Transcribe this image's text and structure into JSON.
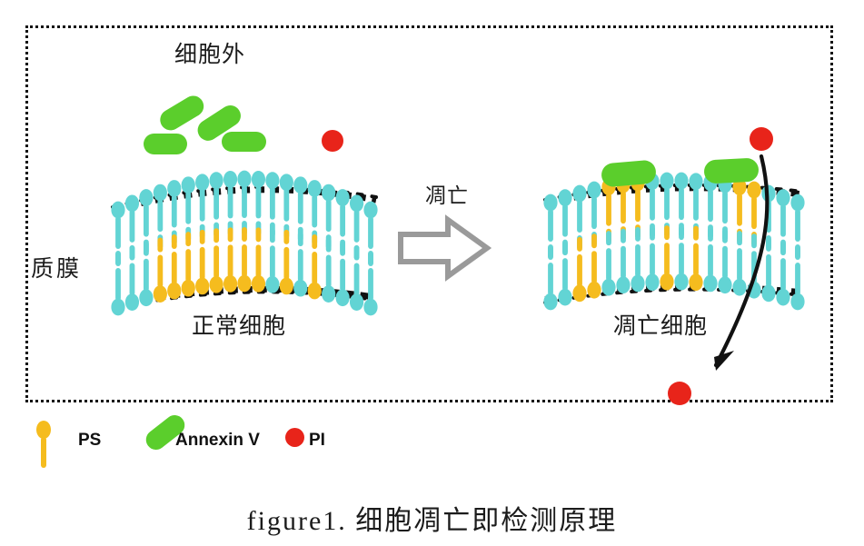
{
  "figure": {
    "caption": "figure1. 细胞凋亡即检测原理",
    "labels": {
      "extracellular": "细胞外",
      "plasma_membrane": "质膜",
      "normal_cell": "正常细胞",
      "apoptotic_cell": "凋亡细胞",
      "apoptosis_arrow": "凋亡"
    }
  },
  "legend": {
    "items": [
      {
        "name": "PS",
        "label": "PS",
        "color": "#F5BC1E",
        "icon": "lipid-ps-icon"
      },
      {
        "name": "AnnexinV",
        "label": "Annexin V",
        "color": "#5BCE2C",
        "icon": "annexin-capsule-icon"
      },
      {
        "name": "PI",
        "label": "PI",
        "color": "#E8241A",
        "icon": "pi-circle-icon"
      }
    ]
  },
  "colors": {
    "lipid_cyan": "#62D4D4",
    "lipid_yellow": "#F5BC1E",
    "annexin_green": "#5BCE2C",
    "pi_red": "#E8241A",
    "membrane_speckle": "#111111",
    "arrow_gray": "#9A9A9A",
    "frame": "#111111",
    "text": "#1b1b1b"
  },
  "diagram": {
    "normal_cell": {
      "lipid_pairs": 19,
      "outer_leaflet": "all cyan",
      "inner_leaflet_ps_indices": [
        3,
        4,
        5,
        6,
        7,
        8,
        9,
        10,
        12,
        14
      ],
      "annexin_bound": 0,
      "pi_bound": false
    },
    "apoptotic_cell": {
      "lipid_pairs": 18,
      "outer_leaflet_ps_indices": [
        4,
        5,
        6,
        13,
        14
      ],
      "inner_leaflet_ps_indices": [
        2,
        3,
        8,
        10
      ],
      "annexin_bound": 2,
      "pi_entering": true
    },
    "free_annexin_count": 4,
    "free_pi_count": 1
  }
}
